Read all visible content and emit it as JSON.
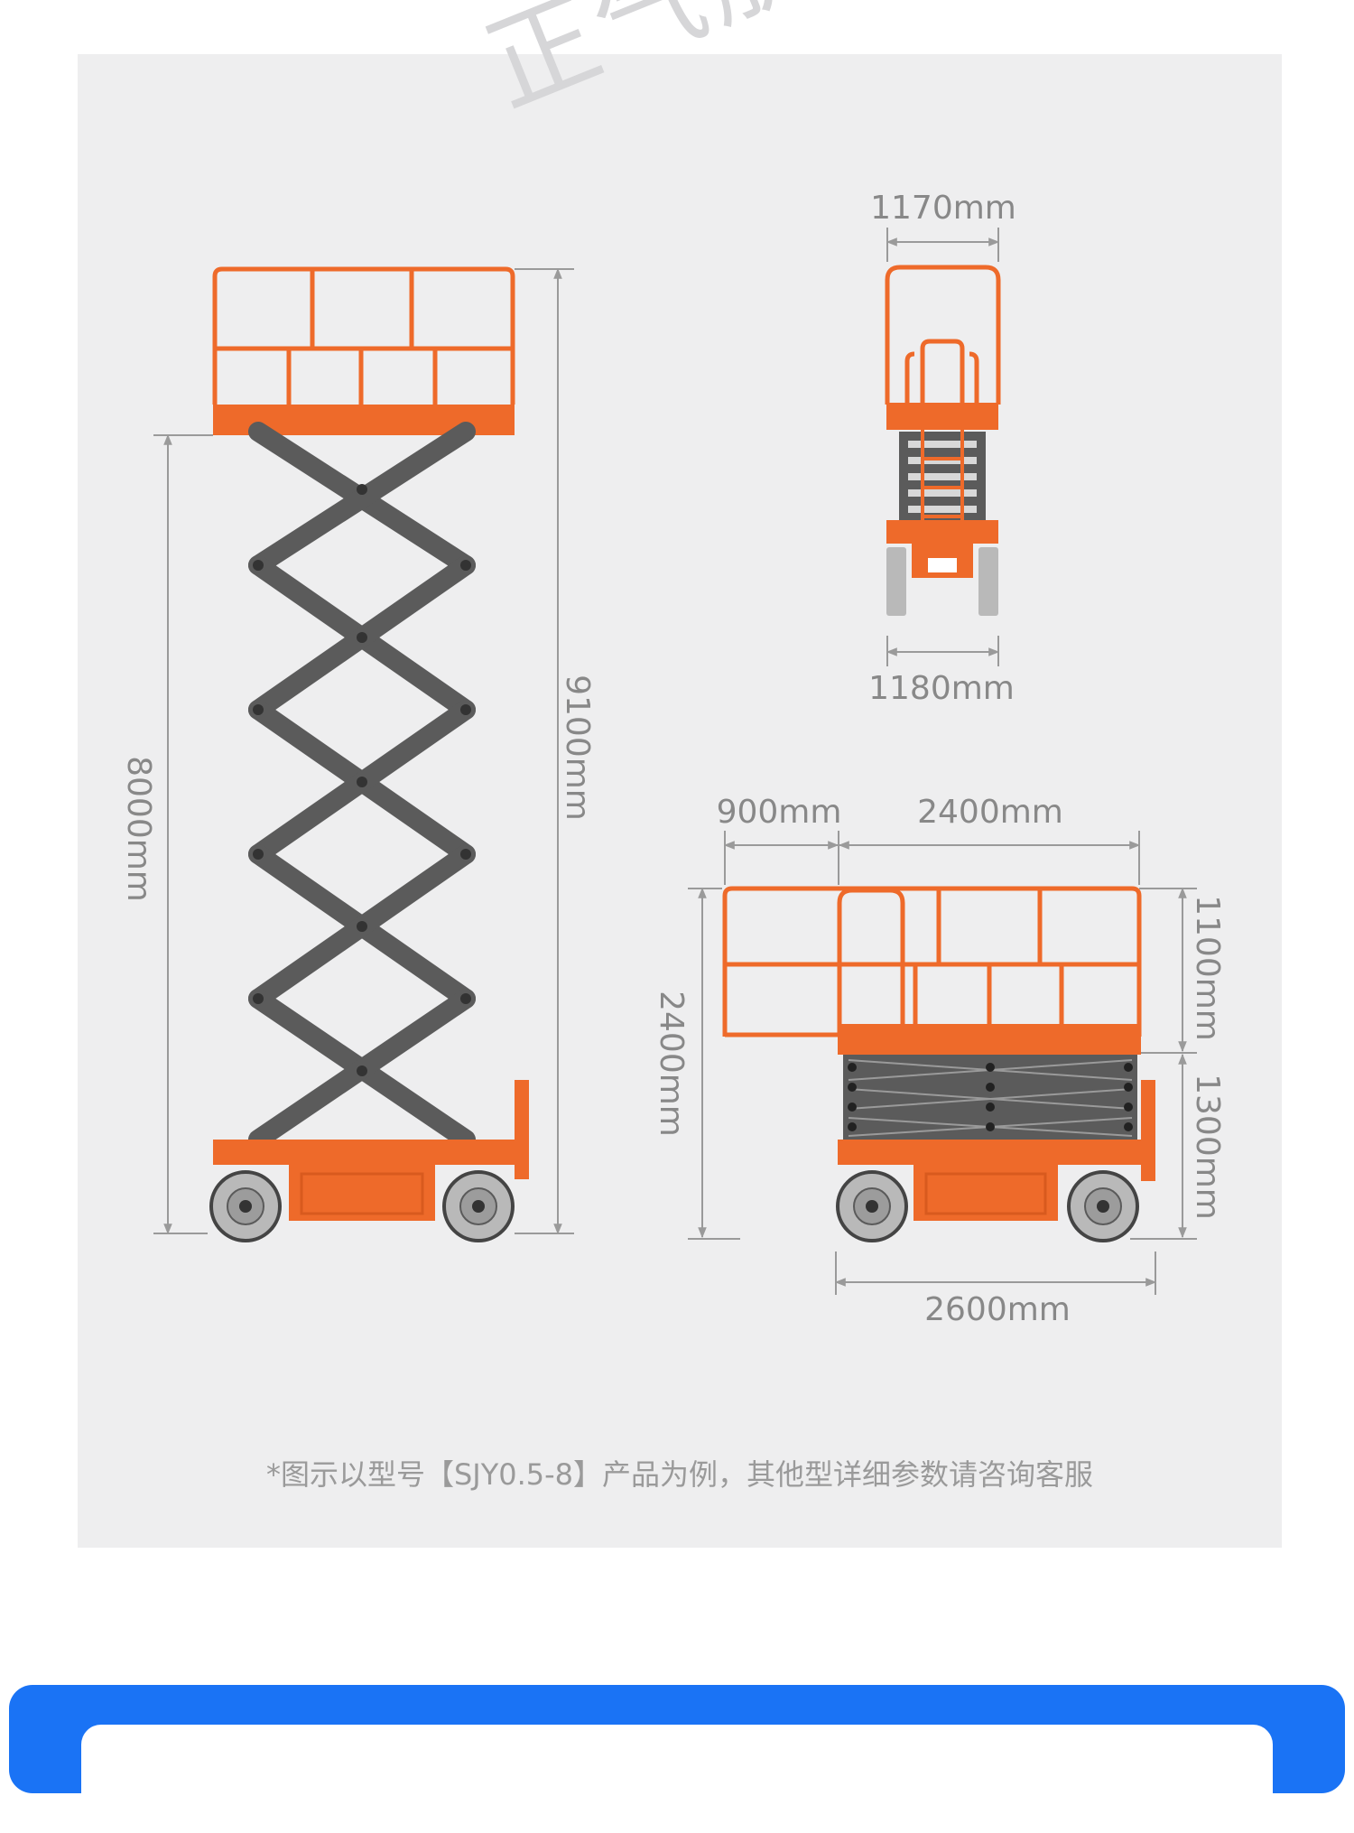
{
  "watermark": {
    "text": "正气航"
  },
  "dimensions": {
    "front_top_width": "1170mm",
    "front_bottom_width": "1180mm",
    "side_platform_height": "8000mm",
    "side_overall_height": "9100mm",
    "stowed_extension": "900mm",
    "stowed_platform_length": "2400mm",
    "stowed_overall_height": "2400mm",
    "stowed_guardrail_height": "1100mm",
    "stowed_base_height": "1300mm",
    "stowed_overall_length": "2600mm"
  },
  "caption": "*图示以型号【SJY0.5-8】产品为例，其他型详细参数请咨询客服",
  "colors": {
    "orange": "#ee6a2a",
    "scissor": "#5b5b5b",
    "panel_bg": "#eeeeef",
    "dim_line": "#9a9a9a",
    "wheel": "#b9b9b9",
    "banner": "#1a73f5"
  }
}
